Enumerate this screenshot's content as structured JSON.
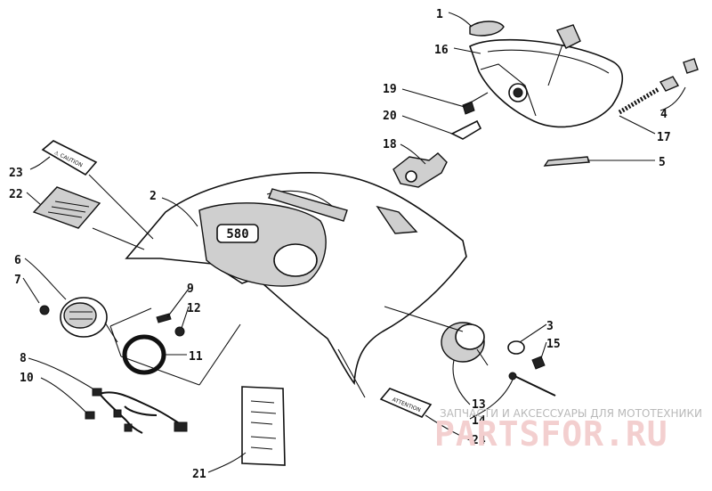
{
  "callouts": [
    {
      "id": "1",
      "label": "1"
    },
    {
      "id": "16",
      "label": "16"
    },
    {
      "id": "19",
      "label": "19"
    },
    {
      "id": "20",
      "label": "20"
    },
    {
      "id": "18",
      "label": "18"
    },
    {
      "id": "4",
      "label": "4"
    },
    {
      "id": "17",
      "label": "17"
    },
    {
      "id": "5",
      "label": "5"
    },
    {
      "id": "23",
      "label": "23"
    },
    {
      "id": "22",
      "label": "22"
    },
    {
      "id": "2",
      "label": "2"
    },
    {
      "id": "6",
      "label": "6"
    },
    {
      "id": "7",
      "label": "7"
    },
    {
      "id": "9",
      "label": "9"
    },
    {
      "id": "12",
      "label": "12"
    },
    {
      "id": "11",
      "label": "11"
    },
    {
      "id": "8",
      "label": "8"
    },
    {
      "id": "10",
      "label": "10"
    },
    {
      "id": "3",
      "label": "3"
    },
    {
      "id": "15",
      "label": "15"
    },
    {
      "id": "13",
      "label": "13"
    },
    {
      "id": "14",
      "label": "14"
    },
    {
      "id": "24",
      "label": "24"
    },
    {
      "id": "21",
      "label": "21"
    }
  ],
  "decals": {
    "caution_small": "⚠ CAUTION",
    "attention": "ATTENTION",
    "hood_badge": "580"
  },
  "watermark": {
    "tagline": "ЗАПЧАСТИ И АКСЕССУАРЫ ДЛЯ МОТОТЕХНИКИ",
    "site": "PARTSFOR.RU"
  }
}
